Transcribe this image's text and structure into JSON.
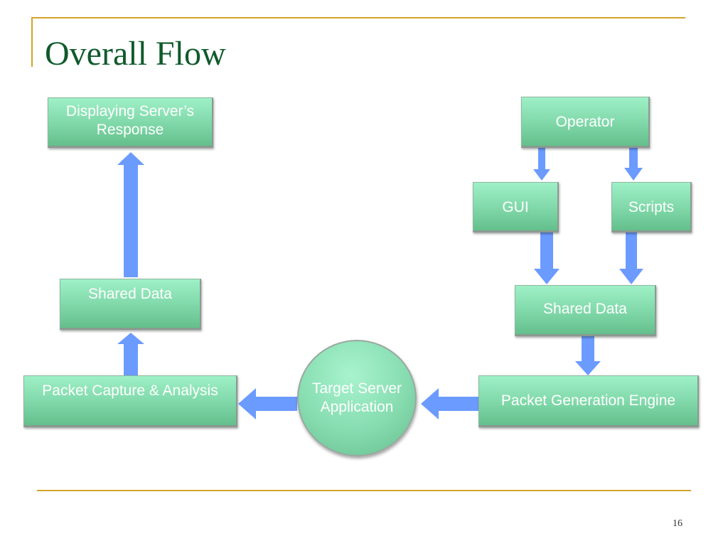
{
  "slide": {
    "title": "Overall Flow",
    "page_number": "16"
  },
  "nodes": {
    "displaying_response": "Displaying Server’s Response",
    "shared_data_left": "Shared Data",
    "packet_capture": "Packet Capture & Analysis",
    "target_server": "Target Server Application",
    "packet_generation": "Packet Generation Engine",
    "shared_data_right": "Shared Data",
    "gui": "GUI",
    "scripts": "Scripts",
    "operator": "Operator"
  },
  "edges": [
    {
      "from": "operator",
      "to": "gui"
    },
    {
      "from": "operator",
      "to": "scripts"
    },
    {
      "from": "gui",
      "to": "shared_data_right"
    },
    {
      "from": "scripts",
      "to": "shared_data_right"
    },
    {
      "from": "shared_data_right",
      "to": "packet_generation"
    },
    {
      "from": "packet_generation",
      "to": "target_server"
    },
    {
      "from": "target_server",
      "to": "packet_capture"
    },
    {
      "from": "packet_capture",
      "to": "shared_data_left"
    },
    {
      "from": "shared_data_left",
      "to": "displaying_response"
    }
  ],
  "colors": {
    "accent_rule": "#d4a42a",
    "title_text": "#0f5a2c",
    "node_fill": "#7fd7a8",
    "arrow_fill": "#6b9bff"
  }
}
